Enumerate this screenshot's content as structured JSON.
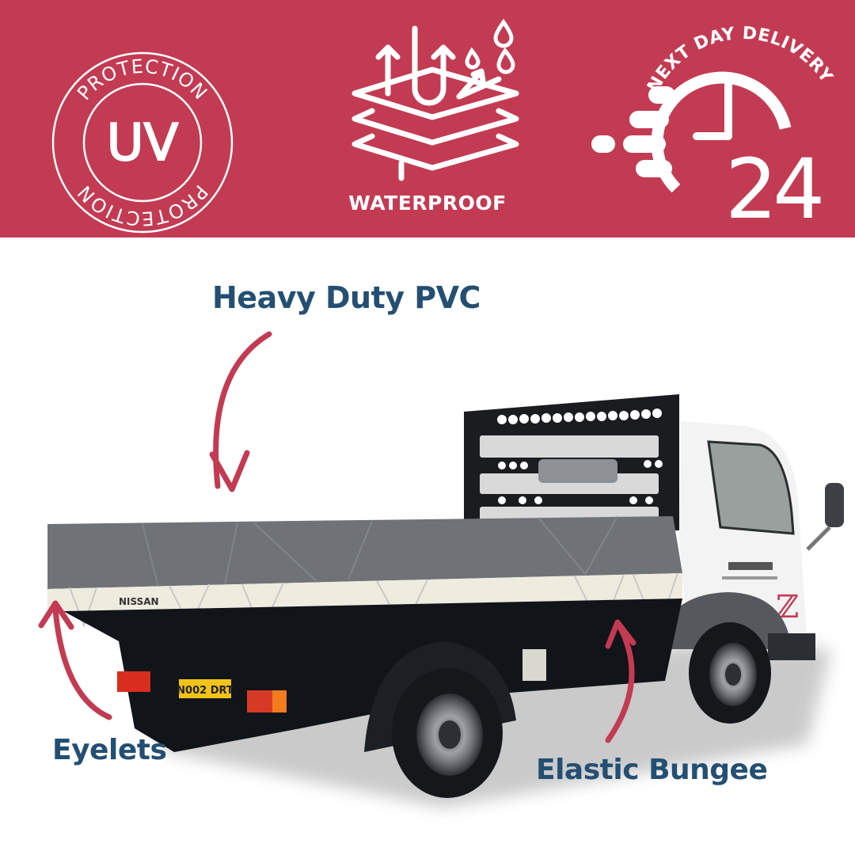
{
  "colors": {
    "banner": "#c33b53",
    "banner_icon": "#ffffff",
    "callout_text": "#244f73",
    "arrow": "#c33b53",
    "tarp": "#6f7378",
    "truck_body": "#111418",
    "cab": "#f4f4f4"
  },
  "banner": {
    "features": [
      {
        "id": "uv",
        "icon": "uv-protection-seal-icon",
        "ring_text_top": "PROTECTION",
        "ring_text_bottom": "PROTECTION",
        "center_text": "UV"
      },
      {
        "id": "waterproof",
        "icon": "waterproof-layers-icon",
        "label": "WATERPROOF"
      },
      {
        "id": "delivery",
        "icon": "fast-clock-24-icon",
        "arc_text": "NEXT DAY DELIVERY",
        "number": "24"
      }
    ]
  },
  "product_image": {
    "subject": "flatbed truck with grey tarpaulin cover",
    "plate": "N002 DRT",
    "rail_text": [
      "NISSAN"
    ],
    "callouts": [
      {
        "id": "pvc",
        "label": "Heavy Duty PVC"
      },
      {
        "id": "eyelets",
        "label": "Eyelets"
      },
      {
        "id": "bungee",
        "label": "Elastic Bungee"
      }
    ]
  }
}
